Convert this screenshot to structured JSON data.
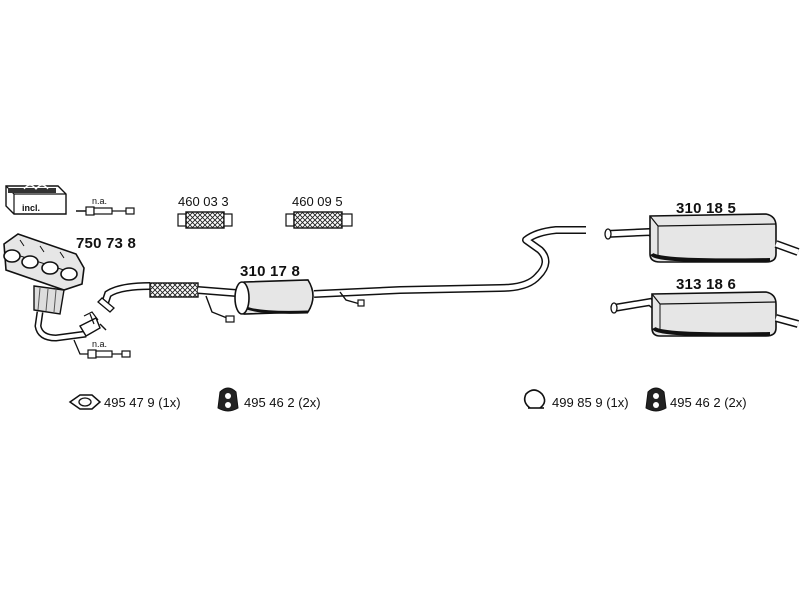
{
  "diagram": {
    "parts": {
      "manifold": {
        "number": "750 73 8",
        "badge": "incl."
      },
      "front_pipe": {
        "number": "310 17 8"
      },
      "flex_a": {
        "number": "460 03 3"
      },
      "flex_b": {
        "number": "460 09 5"
      },
      "rear_muffler_a": {
        "number": "310 18 5"
      },
      "rear_muffler_b": {
        "number": "313 18 6"
      }
    },
    "sensors": {
      "upper": {
        "label": "n.a."
      },
      "lower": {
        "label": "n.a."
      }
    },
    "fittings": [
      {
        "icon": "gasket-ring-icon",
        "label": "495 47 9 (1x)"
      },
      {
        "icon": "rubber-hanger-icon",
        "label": "495 46 2 (2x)"
      },
      {
        "icon": "clamp-ring-icon",
        "label": "499 85 9 (1x)"
      },
      {
        "icon": "rubber-hanger-icon",
        "label": "495 46 2 (2x)"
      }
    ],
    "colors": {
      "line": "#1a1a1a",
      "fill_dark": "#222222",
      "fill_light": "#e6e6e6"
    }
  }
}
